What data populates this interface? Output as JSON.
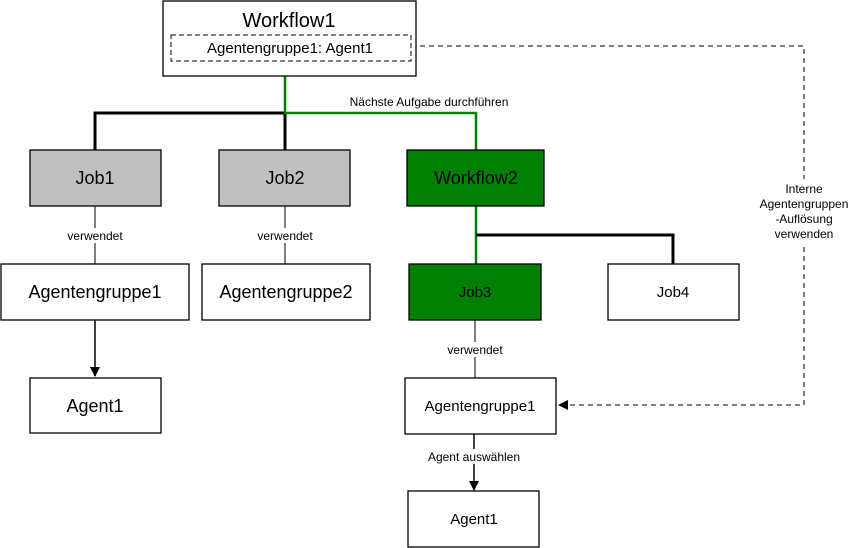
{
  "colors": {
    "white": "#ffffff",
    "grey_job": "#c0c0c0",
    "green_active": "#008000",
    "black": "#000000"
  },
  "nodes": {
    "workflow1": {
      "title": "Workflow1",
      "inner": "Agentengruppe1: Agent1"
    },
    "job1": {
      "label": "Job1"
    },
    "job2": {
      "label": "Job2"
    },
    "workflow2": {
      "label": "Workflow2"
    },
    "agentengruppe1_left": {
      "label": "Agentengruppe1"
    },
    "agentengruppe2": {
      "label": "Agentengruppe2"
    },
    "job3": {
      "label": "Job3"
    },
    "job4": {
      "label": "Job4"
    },
    "agent1_left": {
      "label": "Agent1"
    },
    "agentengruppe1_right": {
      "label": "Agentengruppe1"
    },
    "agent1_right": {
      "label": "Agent1"
    }
  },
  "edge_labels": {
    "next_task": "Nächste Aufgabe durchführen",
    "uses_job1": "verwendet",
    "uses_job2": "verwendet",
    "uses_job3": "verwendet",
    "select_agent": "Agent auswählen",
    "internal_line1": "Interne",
    "internal_line2": "Agentengruppen",
    "internal_line3": "-Auflösung",
    "internal_line4": "verwenden"
  }
}
